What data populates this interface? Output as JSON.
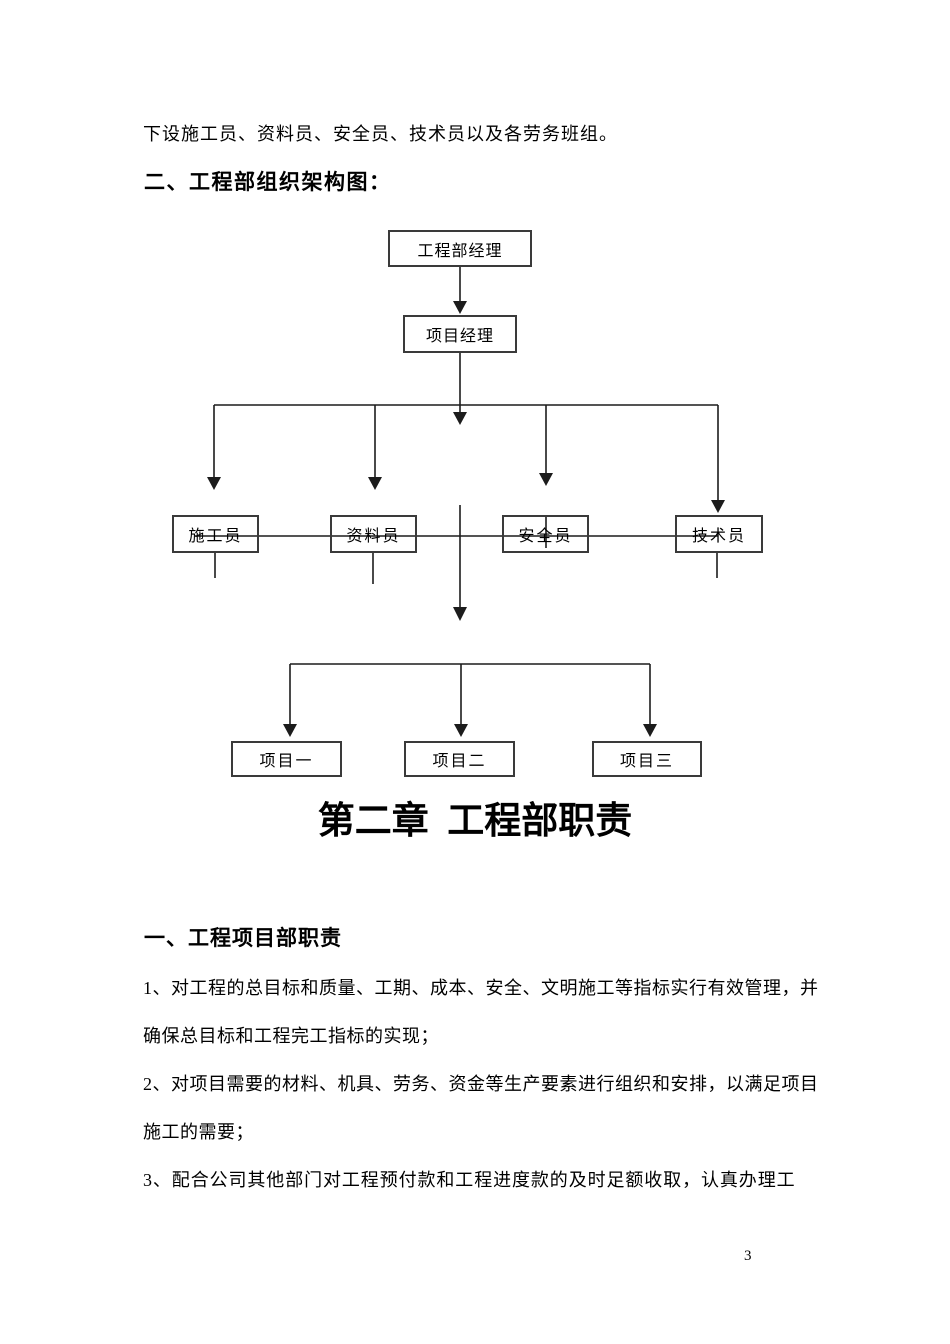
{
  "document": {
    "intro_line": "下设施工员、资料员、安全员、技术员以及各劳务班组。",
    "org_chart_heading": "二、工程部组织架构图：",
    "chapter_title": "第二章  工程部职责",
    "section_heading": "一、工程项目部职责",
    "body_lines": [
      "1、对工程的总目标和质量、工期、成本、安全、文明施工等指标实行有效管理，并",
      "确保总目标和工程完工指标的实现；",
      "2、对项目需要的材料、机具、劳务、资金等生产要素进行组织和安排，以满足项目",
      "施工的需要；",
      "3、配合公司其他部门对工程预付款和工程进度款的及时足额收取，认真办理工"
    ],
    "page_number": "3"
  },
  "org_chart": {
    "nodes": [
      {
        "id": "dept-manager",
        "label": "工程部经理"
      },
      {
        "id": "project-manager",
        "label": "项目经理"
      },
      {
        "id": "constructor",
        "label": "施工员"
      },
      {
        "id": "document-clerk",
        "label": "资料员"
      },
      {
        "id": "safety-officer",
        "label": "安全员"
      },
      {
        "id": "technician",
        "label": "技术员"
      },
      {
        "id": "project-1",
        "label": "项目一"
      },
      {
        "id": "project-2",
        "label": "项目二"
      },
      {
        "id": "project-3",
        "label": "项目三"
      }
    ]
  },
  "colors": {
    "text": "#000000",
    "line": "#1c1c1c",
    "background": "#ffffff"
  }
}
